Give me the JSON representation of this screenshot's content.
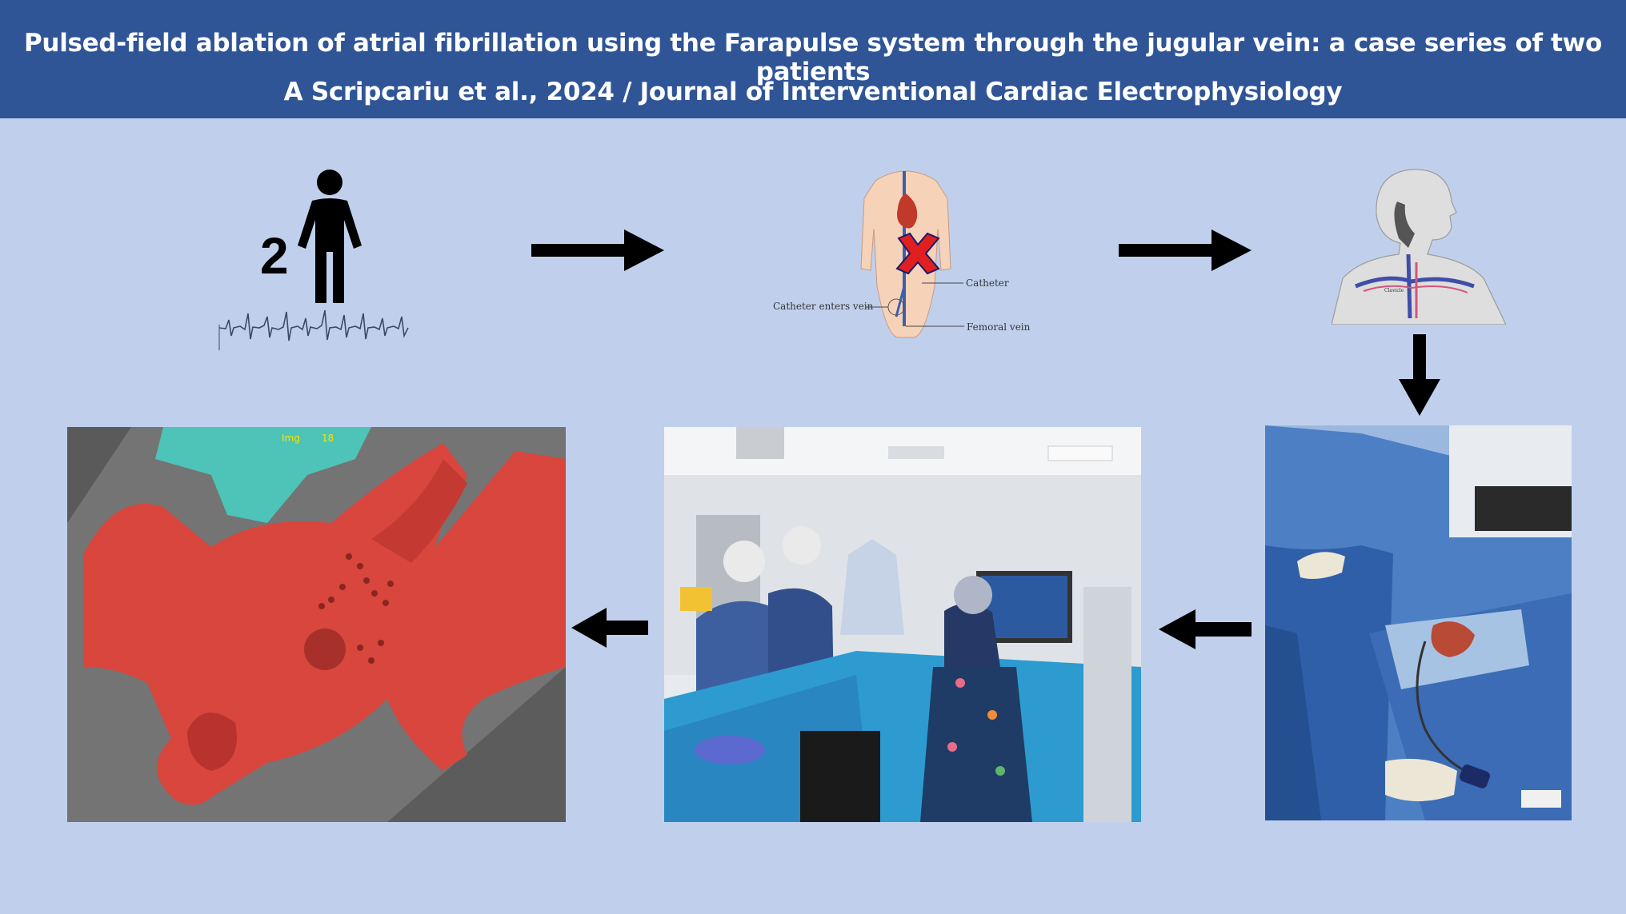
{
  "header": {
    "title": "Pulsed-field ablation of atrial fibrillation using the Farapulse system through the jugular vein: a case series of two patients",
    "citation": "A Scripcariu et al., 2024 / Journal of Interventional Cardiac Electrophysiology"
  },
  "patients": {
    "count": "2"
  },
  "femoral_diagram": {
    "labels": {
      "catheter": "Catheter",
      "catheter_enters_vein": "Catheter enters vein",
      "femoral_vein": "Femoral vein"
    }
  },
  "jugular_diagram": {
    "label": "Clavicle"
  },
  "map_image": {
    "overlay_text": "Img",
    "overlay_number": "18"
  },
  "colors": {
    "header_bg": "#2f5597",
    "page_bg": "#c0d0ec",
    "arrow": "#000000",
    "atrium_red": "#d8463e",
    "drape_blue": "#3d6fb8"
  },
  "icons": [
    "person-icon",
    "ecg-trace-icon",
    "red-x-icon",
    "arrow-right-icon",
    "arrow-down-icon",
    "arrow-left-icon"
  ]
}
